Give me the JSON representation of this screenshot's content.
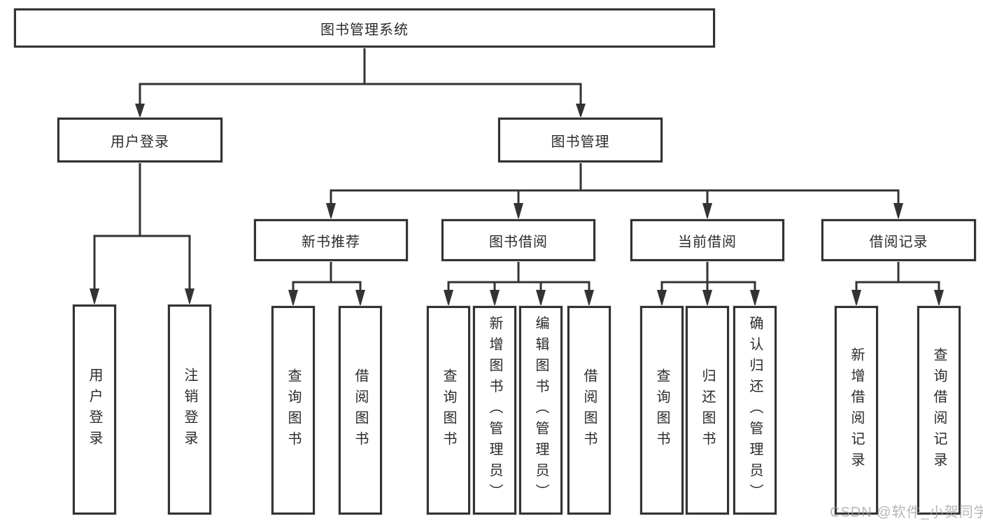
{
  "diagram": {
    "root": "图书管理系统",
    "level2": [
      "用户登录",
      "图书管理"
    ],
    "level3": [
      "新书推荐",
      "图书借阅",
      "当前借阅",
      "借阅记录"
    ],
    "leaves": [
      [
        "用户登录",
        "注销登录"
      ],
      [
        "查询图书",
        "借阅图书"
      ],
      [
        "查询图书",
        "新增图书（管理员）",
        "编辑图书（管理员）",
        "借阅图书"
      ],
      [
        "查询图书",
        "归还图书",
        "确认归还（管理员）"
      ],
      [
        "新增借阅记录",
        "查询借阅记录"
      ]
    ]
  },
  "watermark": "CSDN @软件_小贺同学",
  "colors": {
    "line": "#333333",
    "text": "#2b2b2b",
    "box_background": "#ffffff",
    "watermark": "#9e9e9e",
    "background": "#ffffff"
  }
}
